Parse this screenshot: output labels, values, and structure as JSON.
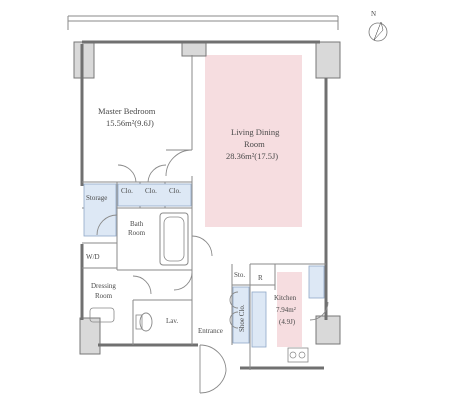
{
  "compass": {
    "north_label": "N"
  },
  "rooms": {
    "master_bedroom": {
      "name": "Master Bedroom",
      "area": "15.56m²(9.6J)"
    },
    "living_dining": {
      "name_line1": "Living Dining",
      "name_line2": "Room",
      "area": "28.36m²(17.5J)"
    },
    "storage": {
      "name": "Storage"
    },
    "closets": [
      "Clo.",
      "Clo.",
      "Clo."
    ],
    "bath": {
      "name_line1": "Bath",
      "name_line2": "Room"
    },
    "wd": {
      "name": "W/D"
    },
    "dressing": {
      "name_line1": "Dressing",
      "name_line2": "Room"
    },
    "lav": {
      "name": "Lav."
    },
    "entrance": {
      "name": "Entrance"
    },
    "storage_small": {
      "name": "Sto."
    },
    "shoe_closet": {
      "name": "Shoe Clo."
    },
    "refrigerator": {
      "name": "R"
    },
    "kitchen": {
      "name": "Kitchen",
      "area": "7.94m²",
      "area_j": "(4.9J)"
    }
  },
  "colors": {
    "living_fill": "#f6dde0",
    "wet_area_fill": "#dde8f5",
    "wall": "#707070"
  }
}
